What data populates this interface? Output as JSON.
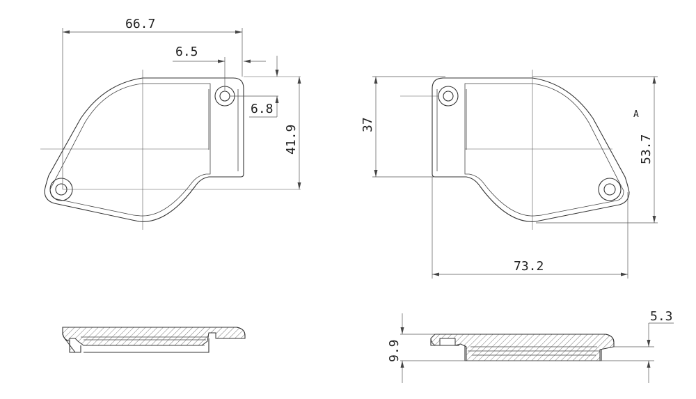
{
  "dimensions": {
    "top_left_width": "66.7",
    "top_left_hole_offset": "6.5",
    "top_left_hole_vertical": "6.8",
    "top_left_height": "41.9",
    "top_right_height_small": "37",
    "top_right_height_large": "53.7",
    "top_right_width": "73.2",
    "top_right_view_label": "A",
    "bottom_right_total_thickness": "9.9",
    "bottom_right_flange_thickness": "5.3"
  }
}
